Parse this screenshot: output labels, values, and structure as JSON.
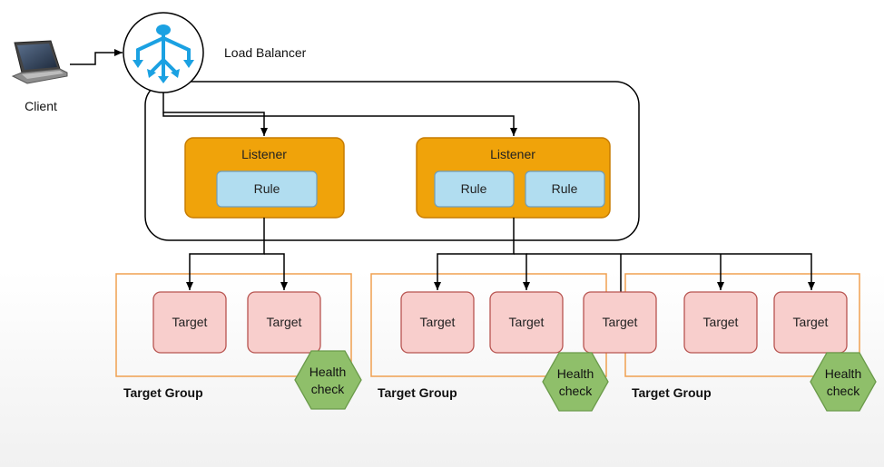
{
  "client": {
    "label": "Client",
    "icon": "laptop-icon"
  },
  "load_balancer": {
    "label": "Load Balancer",
    "icon": "load-balancer-icon"
  },
  "listeners": [
    {
      "label": "Listener",
      "rules": [
        "Rule"
      ]
    },
    {
      "label": "Listener",
      "rules": [
        "Rule",
        "Rule"
      ]
    }
  ],
  "target_groups": [
    {
      "label": "Target Group",
      "targets": [
        "Target",
        "Target"
      ],
      "health": [
        "Health",
        "check"
      ]
    },
    {
      "label": "Target Group",
      "targets": [
        "Target",
        "Target"
      ],
      "health": [
        "Health",
        "check"
      ]
    },
    {
      "label": "Target Group",
      "targets": [
        "Target",
        "Target"
      ],
      "health": [
        "Health",
        "check"
      ]
    }
  ],
  "shared_target": {
    "label": "Target"
  },
  "colors": {
    "listener_fill": "#f0a30a",
    "listener_stroke": "#c77c00",
    "rule_fill": "#b1ddf0",
    "rule_stroke": "#6c9ebf",
    "target_fill": "#f8cecc",
    "target_stroke": "#b85450",
    "group_stroke": "#f0a050",
    "health_fill": "#8fbf6a",
    "health_stroke": "#6a9a4a",
    "lb_icon": "#1ba1e2"
  }
}
